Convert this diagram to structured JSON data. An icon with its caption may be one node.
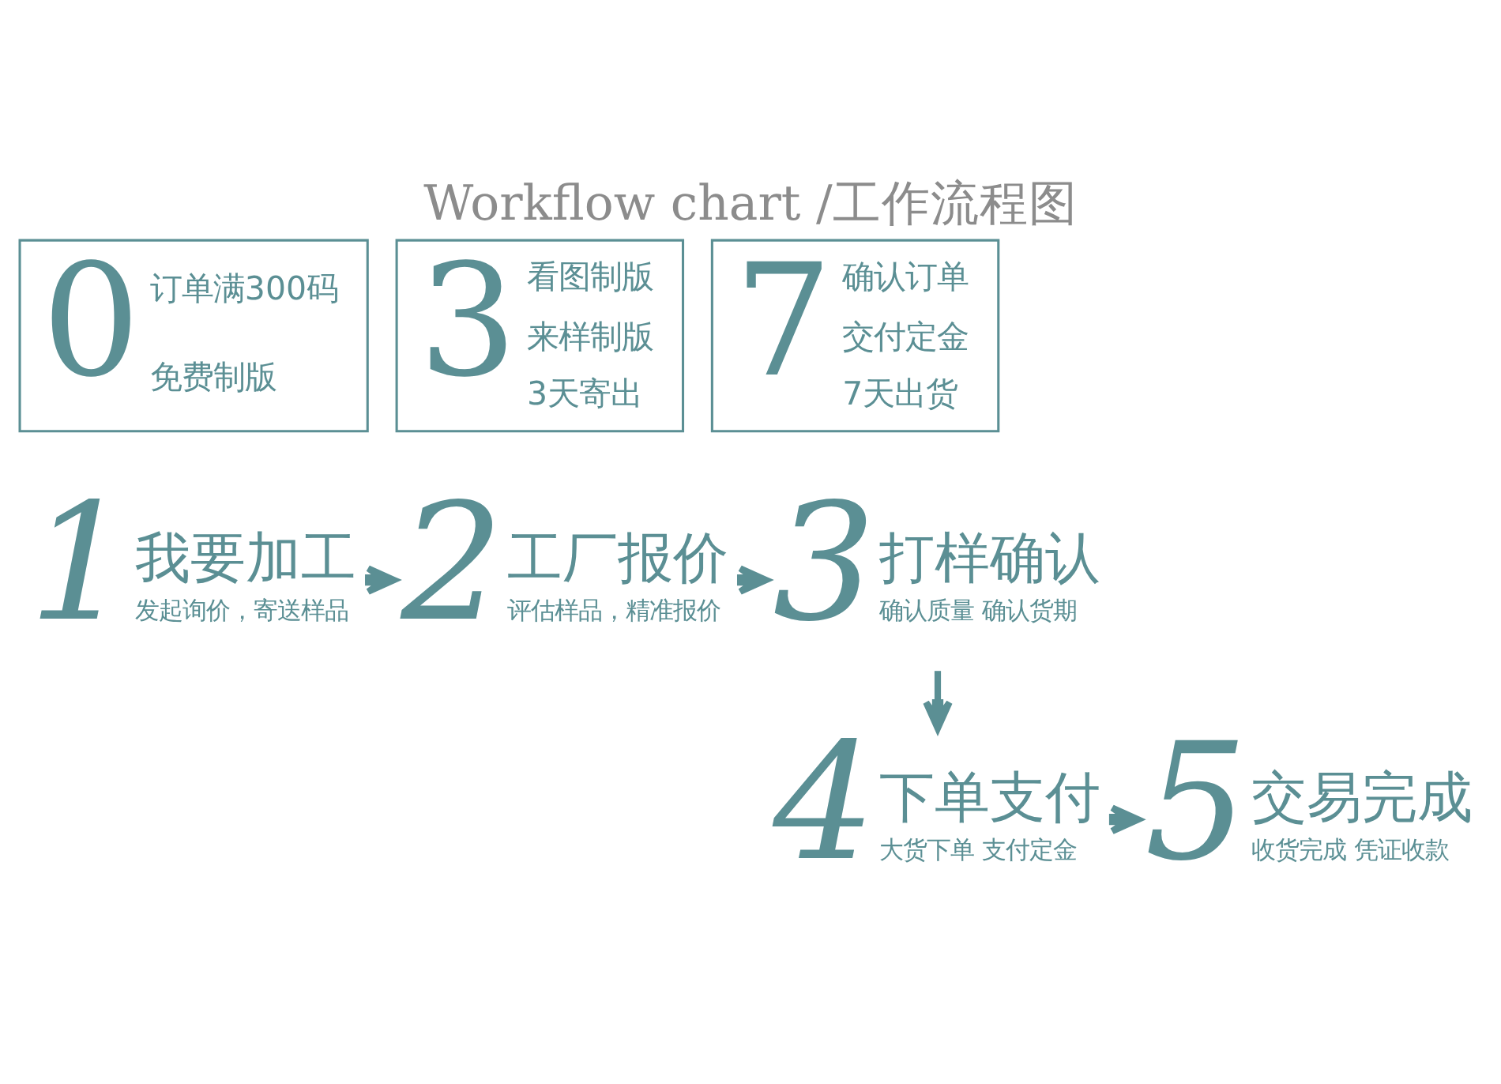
{
  "diagram": {
    "title": "Workflow chart /工作流程图",
    "nodes": [
      {
        "text": [
          "0",
          "订单满300码",
          "免费制版"
        ]
      },
      {
        "text": [
          "3",
          "看图制版",
          "来样制版",
          "3天寄出"
        ]
      },
      {
        "text": [
          "7",
          "确认订单",
          "交付定金",
          "7天出货"
        ]
      },
      {
        "text": [
          "1",
          "我要加工",
          "发起询价，寄送样品"
        ]
      },
      {
        "text": [
          "2",
          "工厂报价",
          "评估样品，精准报价"
        ]
      },
      {
        "text": [
          "3",
          "打样确认",
          "确认质量 确认货期"
        ]
      },
      {
        "text": [
          "4",
          "下单支付",
          "大货下单 支付定金"
        ]
      },
      {
        "text": [
          "5",
          "交易完成",
          "收货完成 凭证收款"
        ]
      }
    ],
    "edges": [
      {
        "from": 3,
        "to": 4,
        "arrow": "to"
      },
      {
        "from": 4,
        "to": 5,
        "arrow": "to"
      },
      {
        "from": 5,
        "to": 6,
        "arrow": "to"
      },
      {
        "from": 6,
        "to": 7,
        "arrow": "to"
      }
    ]
  }
}
